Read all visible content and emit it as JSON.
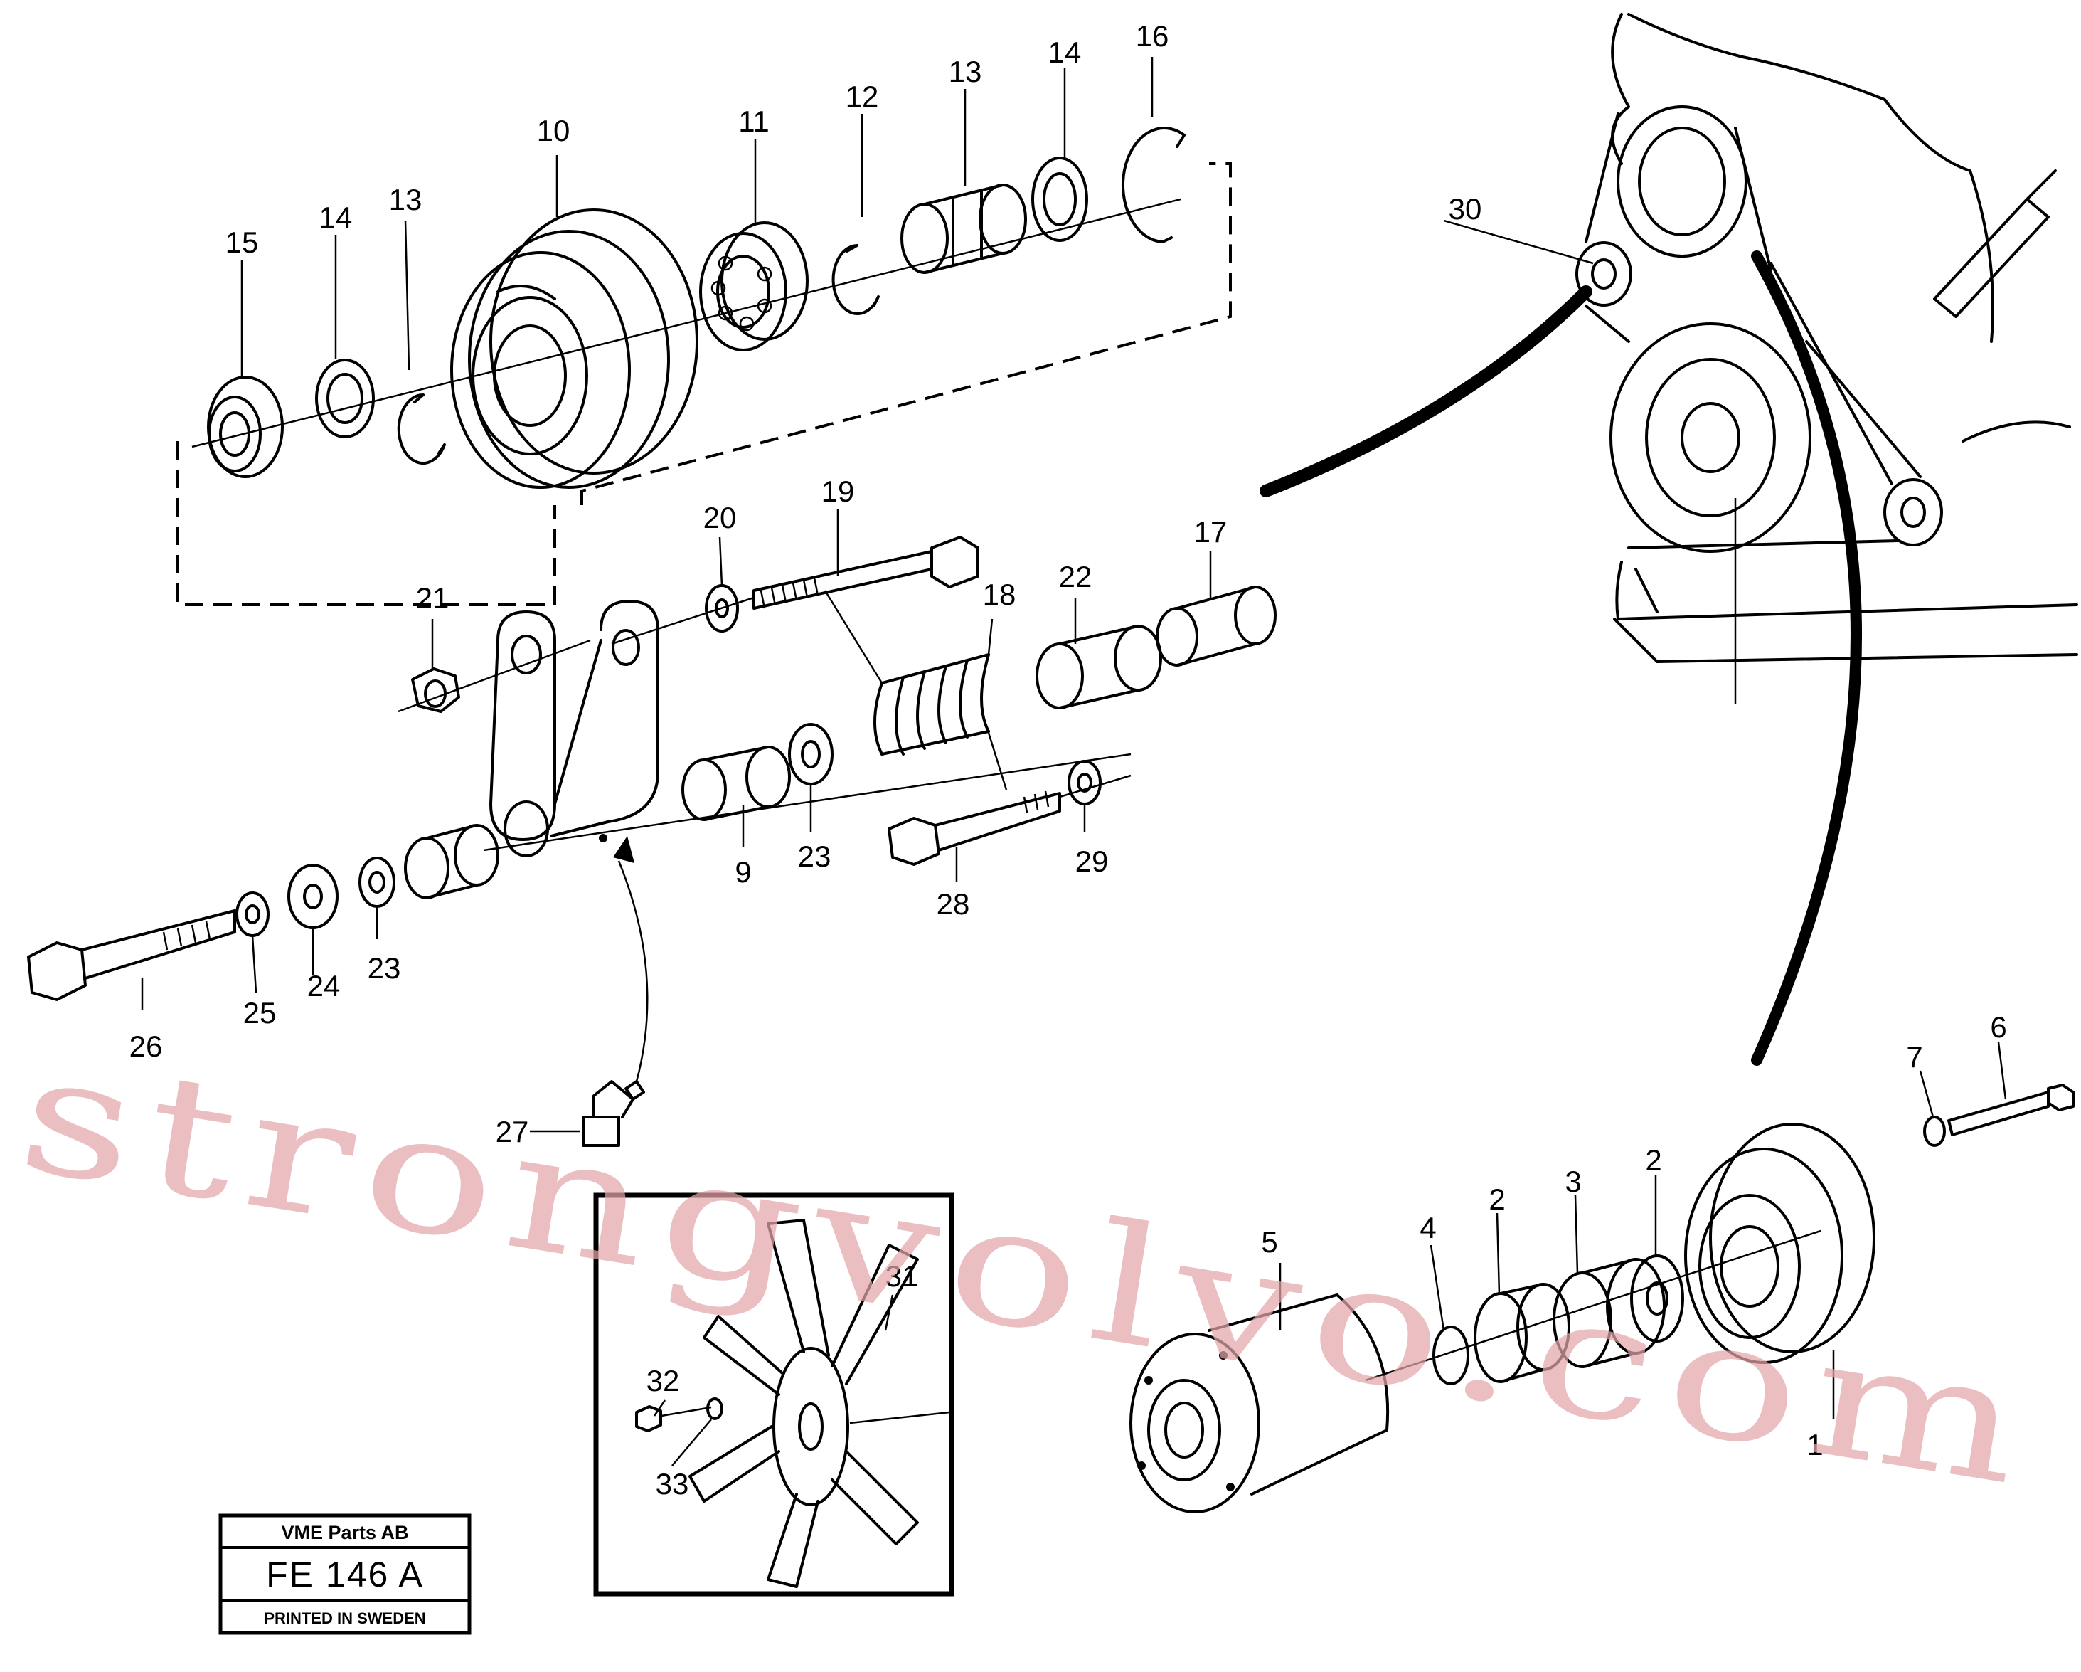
{
  "callouts": [
    "1",
    "2",
    "2",
    "3",
    "4",
    "5",
    "6",
    "7",
    "9",
    "10",
    "11",
    "12",
    "13",
    "13",
    "14",
    "14",
    "15",
    "16",
    "17",
    "18",
    "19",
    "20",
    "21",
    "22",
    "23",
    "23",
    "24",
    "25",
    "26",
    "27",
    "28",
    "29",
    "30",
    "31",
    "32",
    "33"
  ],
  "stamp": {
    "line1": "VME Parts AB",
    "line2": "FE 146 A",
    "line3": "PRINTED IN SWEDEN"
  },
  "watermark": "strongvolvo.com"
}
